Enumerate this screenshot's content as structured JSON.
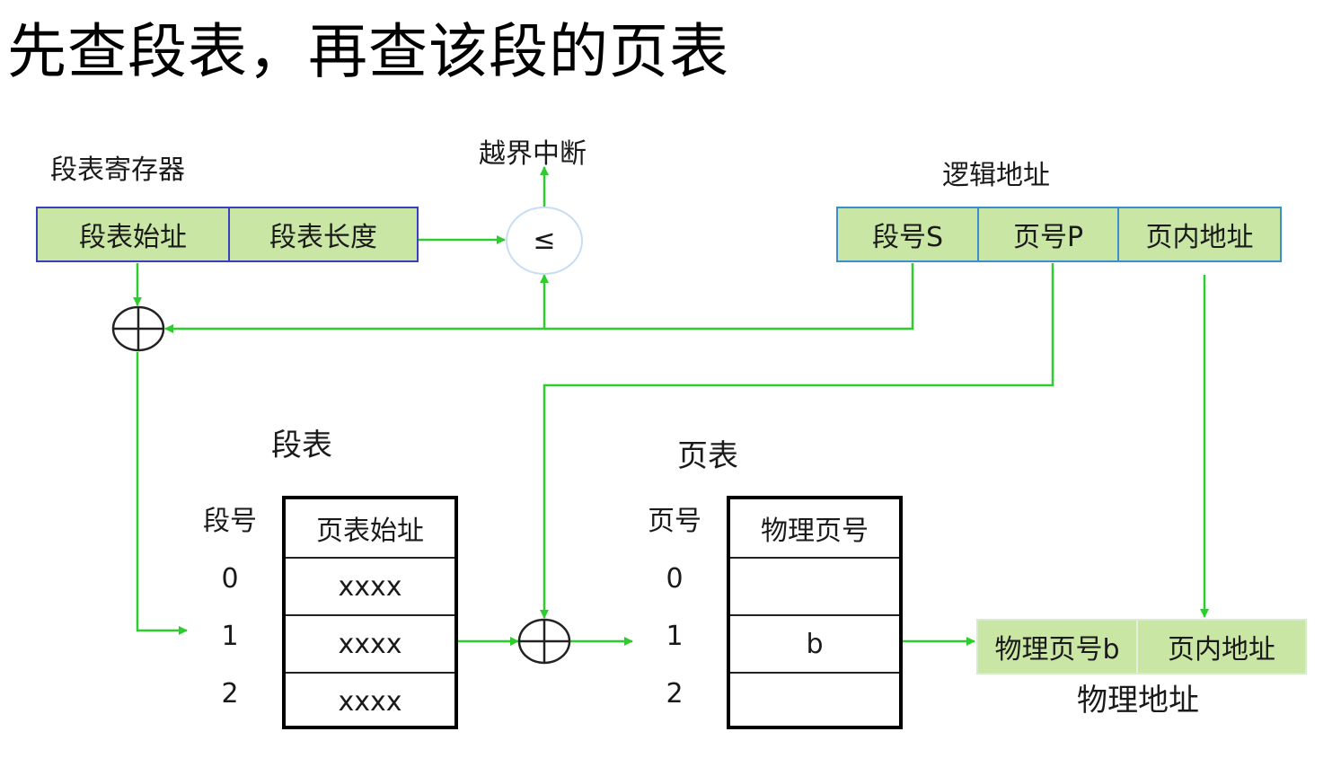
{
  "title": "先查段表，再查该段的页表",
  "segment_register": {
    "label": "段表寄存器",
    "cells": [
      "段表始址",
      "段表长度"
    ]
  },
  "compare": {
    "symbol": "≤",
    "result_label": "越界中断"
  },
  "logical_address": {
    "label": "逻辑地址",
    "cells": [
      "段号S",
      "页号P",
      "页内地址"
    ]
  },
  "segment_table": {
    "label": "段表",
    "index_header": "段号",
    "column_header": "页表始址",
    "indices": [
      "0",
      "1",
      "2"
    ],
    "rows": [
      "xxxx",
      "xxxx",
      "xxxx"
    ]
  },
  "page_table": {
    "label": "页表",
    "index_header": "页号",
    "column_header": "物理页号",
    "indices": [
      "0",
      "1",
      "2"
    ],
    "rows": [
      "",
      "b",
      ""
    ]
  },
  "physical_address": {
    "label": "物理地址",
    "cells": [
      "物理页号b",
      "页内地址"
    ]
  },
  "colors": {
    "wire": "#2ecc2e",
    "register_fill": "#c9e6a4",
    "segment_register_border": "#3a3fc0",
    "logical_border": "#3b8fd0"
  }
}
